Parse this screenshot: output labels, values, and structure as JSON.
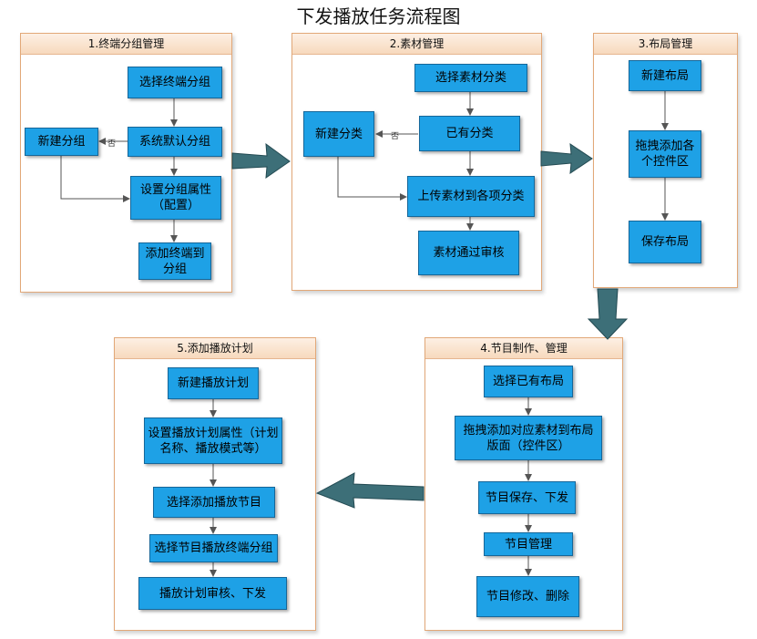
{
  "title": "下发播放任务流程图",
  "panels": [
    {
      "label": "1.终端分组管理"
    },
    {
      "label": "2.素材管理"
    },
    {
      "label": "3.布局管理"
    },
    {
      "label": "4.节目制作、管理"
    },
    {
      "label": "5.添加播放计划"
    }
  ],
  "nodes": {
    "p1_select_group": "选择终端分组",
    "p1_new_group": "新建分组",
    "p1_default_group": "系统默认分组",
    "p1_group_props": "设置分组属性（配置）",
    "p1_add_terminal": "添加终端到分组",
    "p2_select_category": "选择素材分类",
    "p2_new_category": "新建分类",
    "p2_existing_category": "已有分类",
    "p2_upload": "上传素材到各项分类",
    "p2_review": "素材通过审核",
    "p3_new_layout": "新建布局",
    "p3_drag_controls": "拖拽添加各个控件区",
    "p3_save_layout": "保存布局",
    "p4_select_layout": "选择已有布局",
    "p4_drag_materials": "拖拽添加对应素材到布局版面（控件区）",
    "p4_save_publish": "节目保存、下发",
    "p4_manage": "节目管理",
    "p4_edit_delete": "节目修改、删除",
    "p5_new_plan": "新建播放计划",
    "p5_plan_props": "设置播放计划属性（计划名称、播放模式等）",
    "p5_add_program": "选择添加播放节目",
    "p5_select_group": "选择节目播放终端分组",
    "p5_review_publish": "播放计划审核、下发"
  },
  "edge_labels": {
    "no": "否"
  },
  "colors": {
    "box_fill": "#1ea1e6",
    "box_border": "#15679a",
    "panel_border": "#e2a878",
    "panel_header": "#f7d9bd",
    "big_arrow": "#3d6f78",
    "connector": "#555555"
  }
}
